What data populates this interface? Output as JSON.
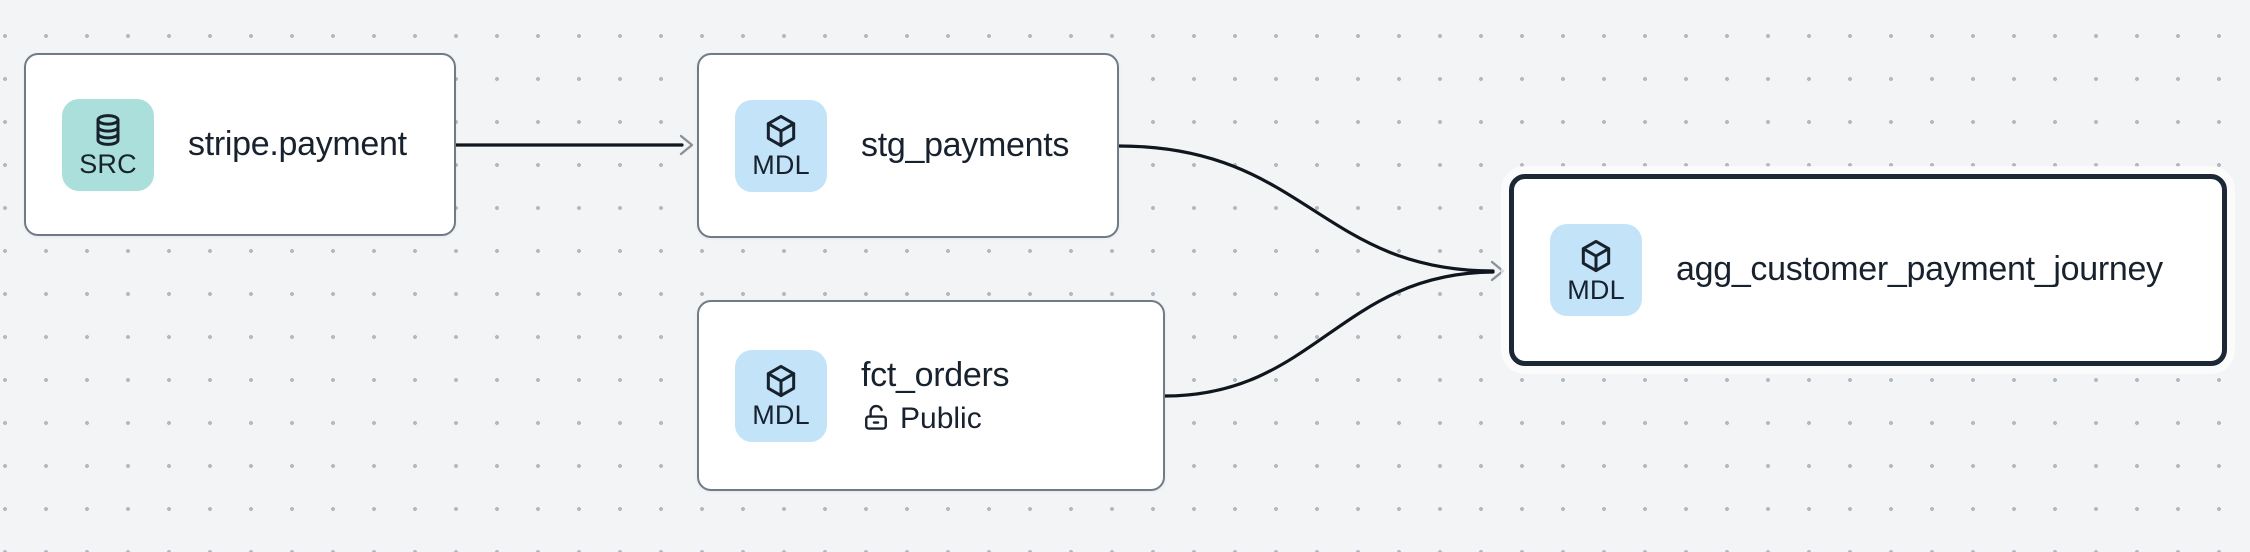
{
  "canvas": {
    "background": "#f2f4f6",
    "dot_color": "#b6bac0",
    "edge_color": "#10161d",
    "arrowhead_color": "#8a919a",
    "node_border_color": "#707b88",
    "selected_border_color": "#1d2836",
    "text_color": "#18222e"
  },
  "nodes": [
    {
      "title": "stripe.payment",
      "badge": {
        "label": "SRC",
        "icon": "database-icon",
        "color": "#abdfdb"
      },
      "selected": false
    },
    {
      "title": "stg_payments",
      "badge": {
        "label": "MDL",
        "icon": "cube-icon",
        "color": "#c3e3f9"
      },
      "selected": false
    },
    {
      "title": "fct_orders",
      "badge": {
        "label": "MDL",
        "icon": "cube-icon",
        "color": "#c3e3f9"
      },
      "access": {
        "label": "Public",
        "icon": "unlock-icon"
      },
      "selected": false
    },
    {
      "title": "agg_customer_payment_journey",
      "badge": {
        "label": "MDL",
        "icon": "cube-icon",
        "color": "#c3e3f9"
      },
      "selected": true
    }
  ],
  "edges": [
    {
      "from": "stripe.payment",
      "to": "stg_payments"
    },
    {
      "from": "stg_payments",
      "to": "agg_customer_payment_journey"
    },
    {
      "from": "fct_orders",
      "to": "agg_customer_payment_journey"
    }
  ]
}
